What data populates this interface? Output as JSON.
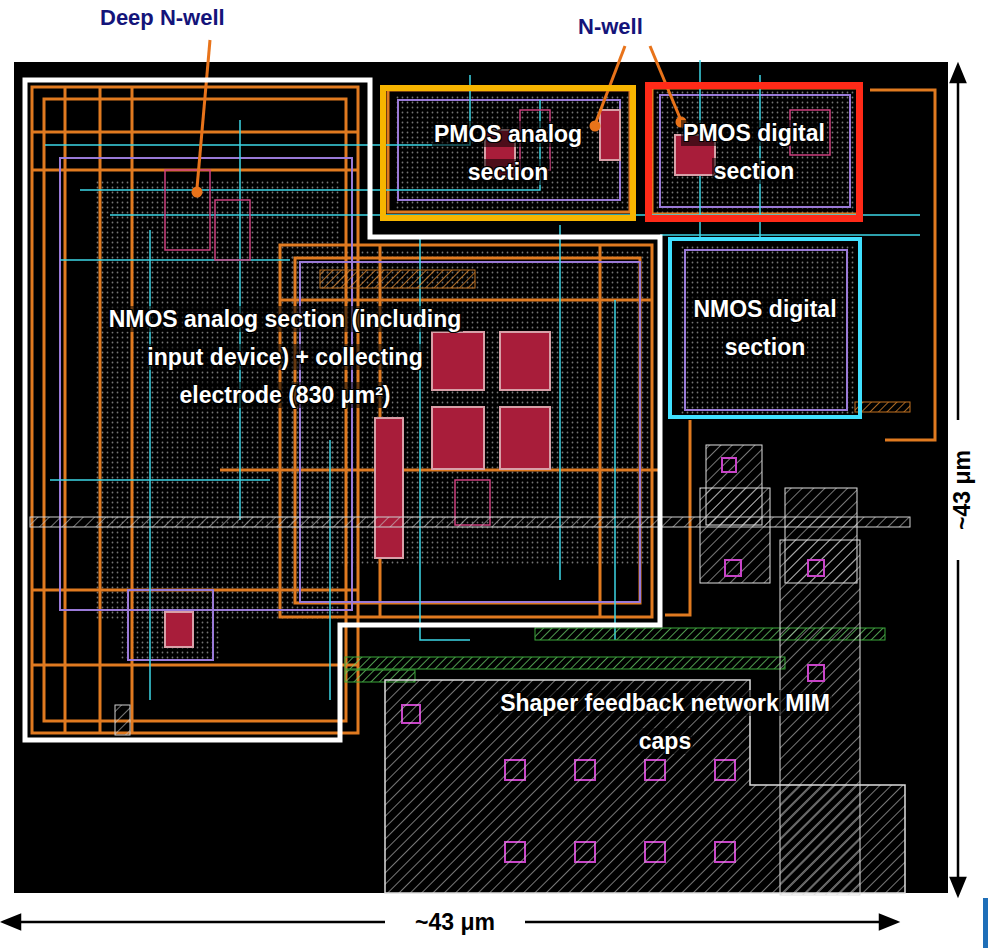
{
  "diagram": {
    "nodes": [
      {
        "text": [
          "NMOS analog section (including input device) + collecting electrode (830 μm²)"
        ]
      },
      {
        "text": [
          "PMOS analog section"
        ]
      },
      {
        "text": [
          "PMOS digital section"
        ]
      },
      {
        "text": [
          "NMOS digital section"
        ]
      },
      {
        "text": [
          "Shaper feedback network MIM caps"
        ]
      }
    ],
    "edges": [],
    "labels": [
      "Deep N-well",
      "N-well",
      "~43 μm",
      "~43 μm"
    ]
  }
}
